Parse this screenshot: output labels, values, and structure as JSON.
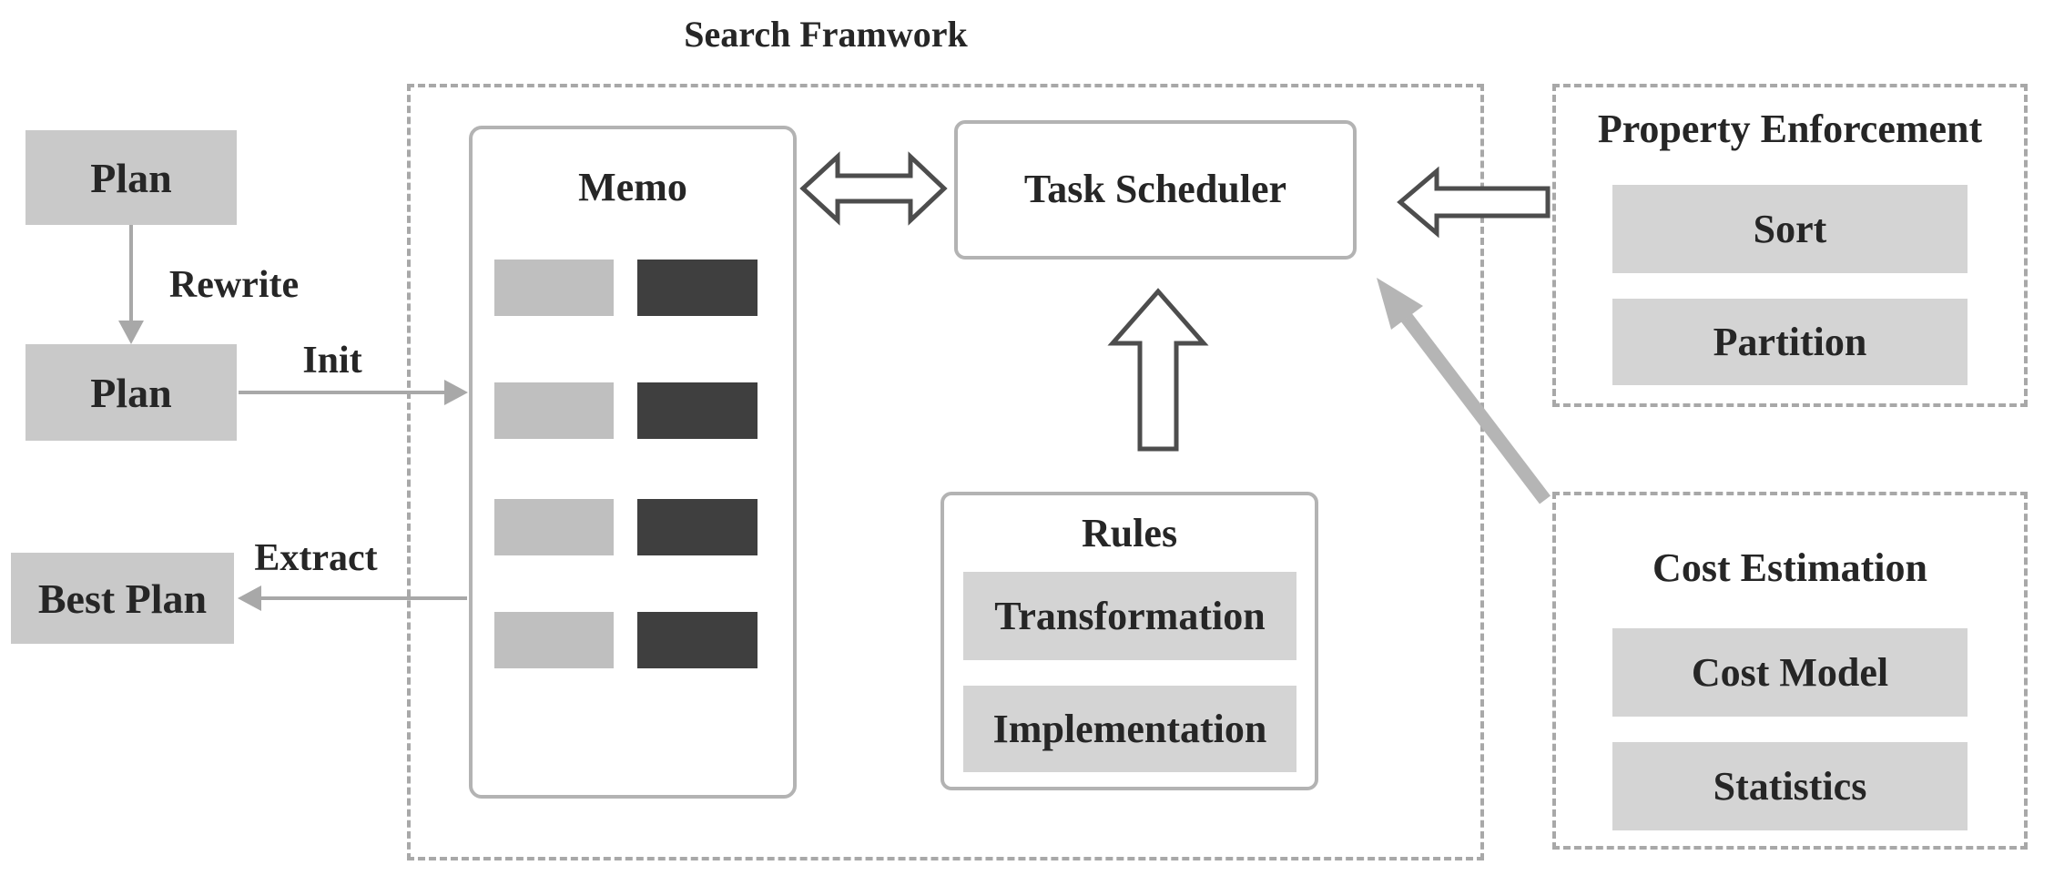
{
  "title": "Search Framwork",
  "outer_flow": {
    "plan_top": {
      "label": "Plan"
    },
    "plan_bottom": {
      "label": "Plan"
    },
    "best_plan": {
      "label": "Best Plan"
    },
    "edges": {
      "rewrite": "Rewrite",
      "init": "Init",
      "extract": "Extract"
    }
  },
  "search_framework": {
    "memo": {
      "title": "Memo",
      "group_rows": 4
    },
    "task_scheduler": {
      "label": "Task Scheduler"
    },
    "rules": {
      "title": "Rules",
      "items": [
        "Transformation",
        "Implementation"
      ]
    }
  },
  "property_enforcement": {
    "title": "Property Enforcement",
    "items": [
      "Sort",
      "Partition"
    ]
  },
  "cost_estimation": {
    "title": "Cost Estimation",
    "items": [
      "Cost Model",
      "Statistics"
    ]
  },
  "colors": {
    "box_fill": "#c9c9c9",
    "item_fill": "#d4d4d4",
    "memo_light": "#bfbfbf",
    "memo_dark": "#3f3f3f",
    "solid_border": "#b3b3b3",
    "dashed_border": "#a8a8a8",
    "arrow_thin": "#a8a8a8",
    "arrow_thick": "#b5b5b5",
    "arrow_outline": "#4d4d4d",
    "text": "#262626"
  }
}
